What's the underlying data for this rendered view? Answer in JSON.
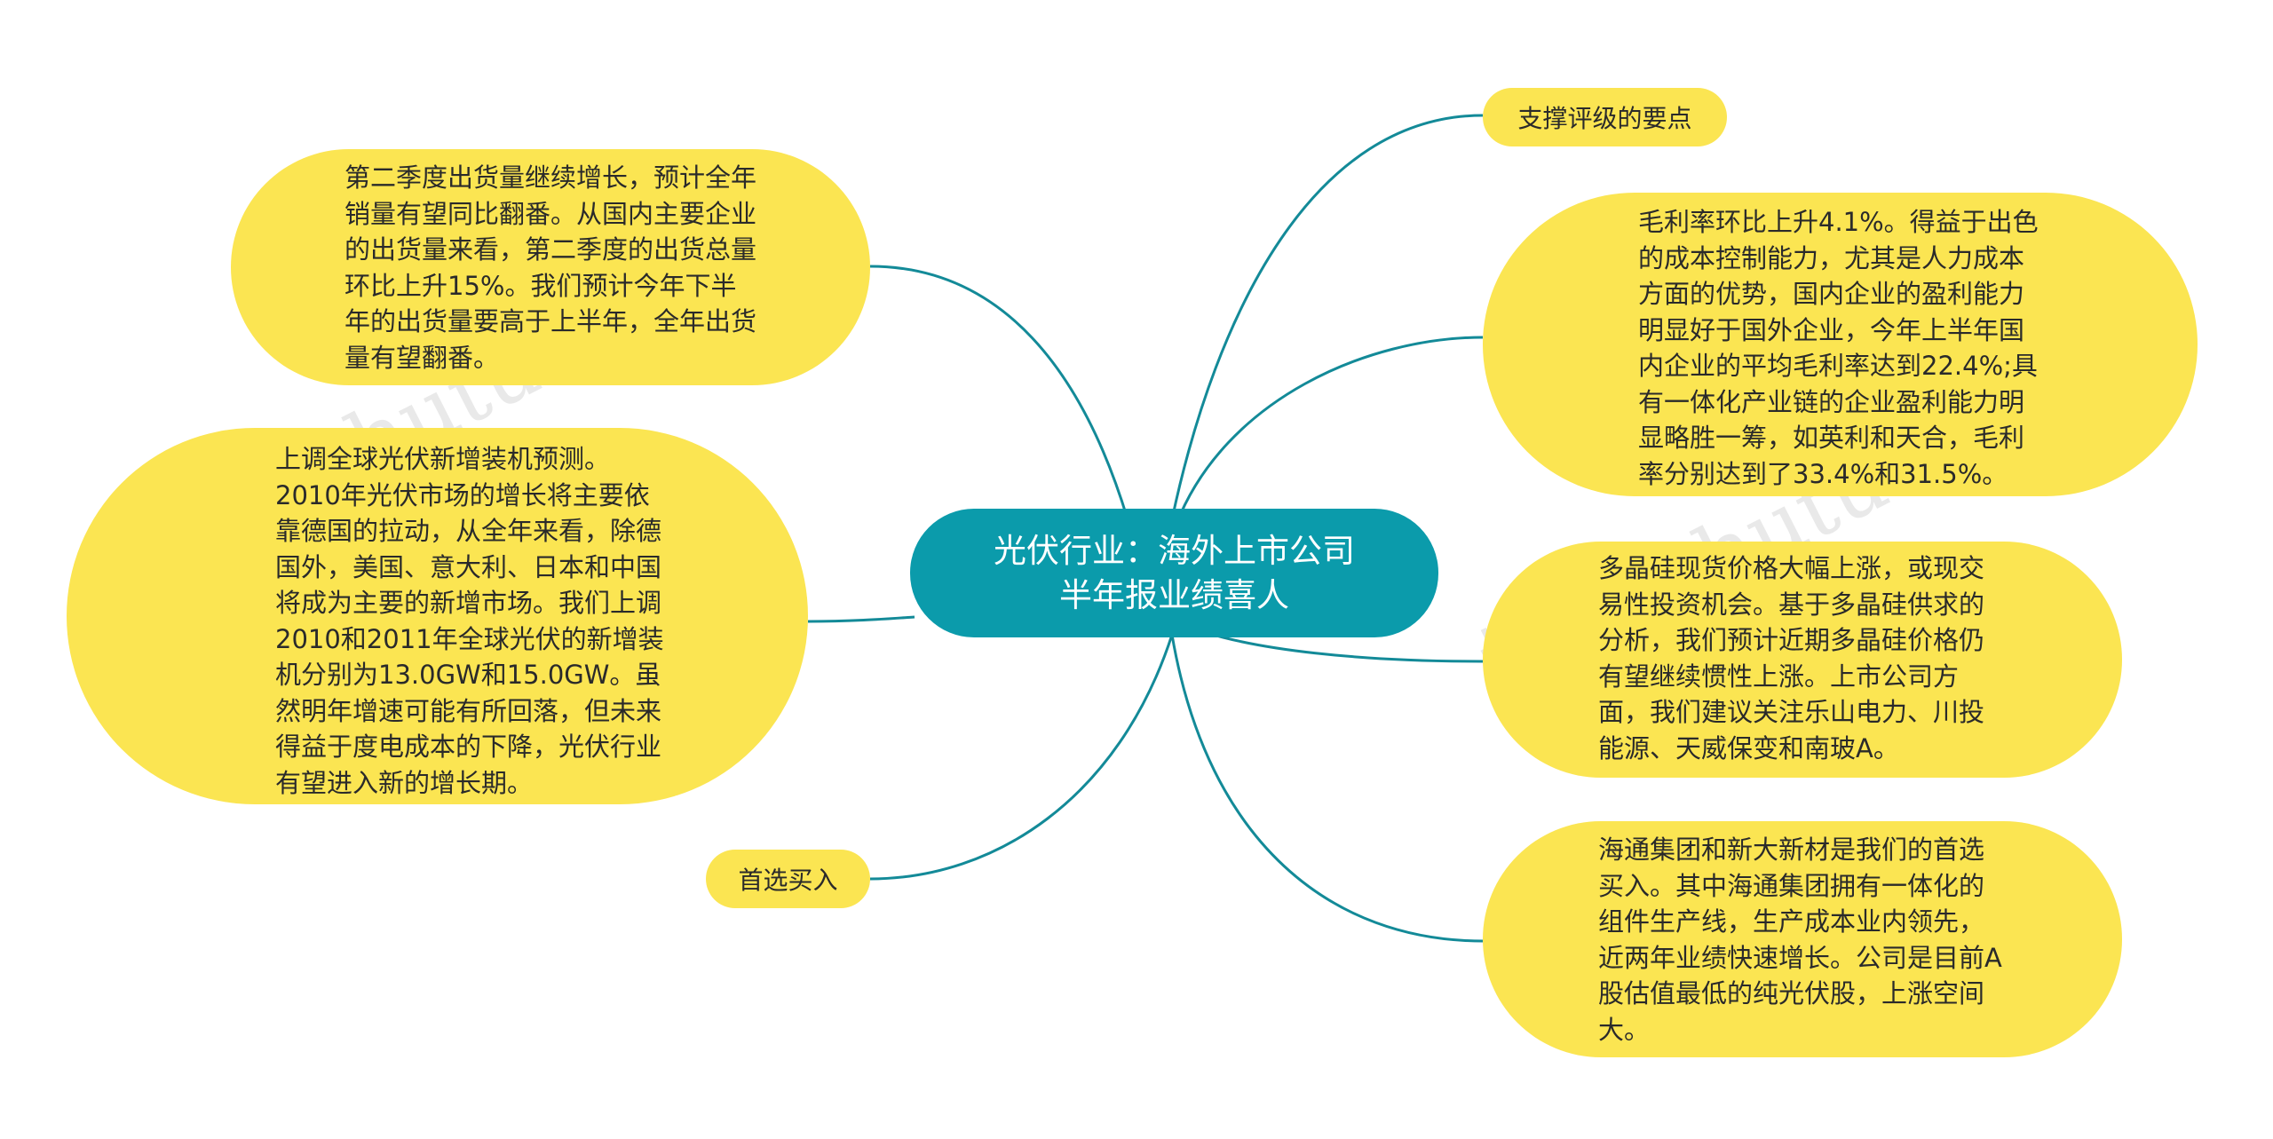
{
  "center": {
    "line1": "光伏行业：海外上市公司",
    "line2": "半年报业绩喜人"
  },
  "left": {
    "shipments": "第二季度出货量继续增长，预计全年销量有望同比翻番。从国内主要企业的出货量来看，第二季度的出货总量环比上升15%。我们预计今年下半年的出货量要高于上半年，全年出货量有望翻番。",
    "installs": "上调全球光伏新增装机预测。2010年光伏市场的增长将主要依靠德国的拉动，从全年来看，除德国外，美国、意大利、日本和中国将成为主要的新增市场。我们上调2010和2011年全球光伏的新增装机分别为13.0GW和15.0GW。虽然明年增速可能有所回落，但未来得益于度电成本的下降，光伏行业有望进入新的增长期。",
    "buy_label": "首选买入"
  },
  "right": {
    "rating_label": "支撑评级的要点",
    "margin": "毛利率环比上升4.1%。得益于出色的成本控制能力，尤其是人力成本方面的优势，国内企业的盈利能力明显好于国外企业，今年上半年国内企业的平均毛利率达到22.4%;具有一体化产业链的企业盈利能力明显略胜一筹，如英利和天合，毛利率分别达到了33.4%和31.5%。",
    "polysilicon": "多晶硅现货价格大幅上涨，或现交易性投资机会。基于多晶硅供求的分析，我们预计近期多晶硅价格仍有望继续惯性上涨。上市公司方面，我们建议关注乐山电力、川投能源、天威保变和南玻A。",
    "picks": "海通集团和新大新材是我们的首选买入。其中海通集团拥有一体化的组件生产线，生产成本业内领先，近两年业绩快速增长。公司是目前A股估值最低的纯光伏股，上涨空间大。"
  },
  "watermarks": [
    "shutu.cn",
    "树图 shutu.cn"
  ],
  "colors": {
    "node_fill": "#fbe552",
    "center_fill": "#0b9bab",
    "connector": "#138a98"
  }
}
